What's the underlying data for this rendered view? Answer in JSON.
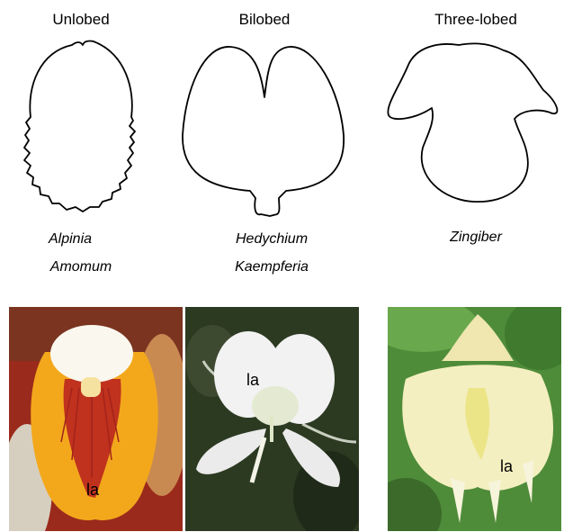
{
  "columns": [
    {
      "title": "Unlobed",
      "genera": [
        "Alpinia",
        "Amomum"
      ],
      "photo_label": "la"
    },
    {
      "title": "Bilobed",
      "genera": [
        "Hedychium",
        "Kaempferia"
      ],
      "photo_label": "la"
    },
    {
      "title": "Three-lobed",
      "genera": [
        "Zingiber"
      ],
      "photo_label": "la"
    }
  ],
  "colors": {
    "outline": "#000000",
    "unlobed_lip_orange": "#f3a81c",
    "unlobed_lip_red": "#c0321e",
    "bilobed_petal_white": "#f2f2f2",
    "bilobed_background": "#2c3a22",
    "threelobed_lip_cream": "#f3efc0",
    "threelobed_background": "#4f8c3a"
  }
}
